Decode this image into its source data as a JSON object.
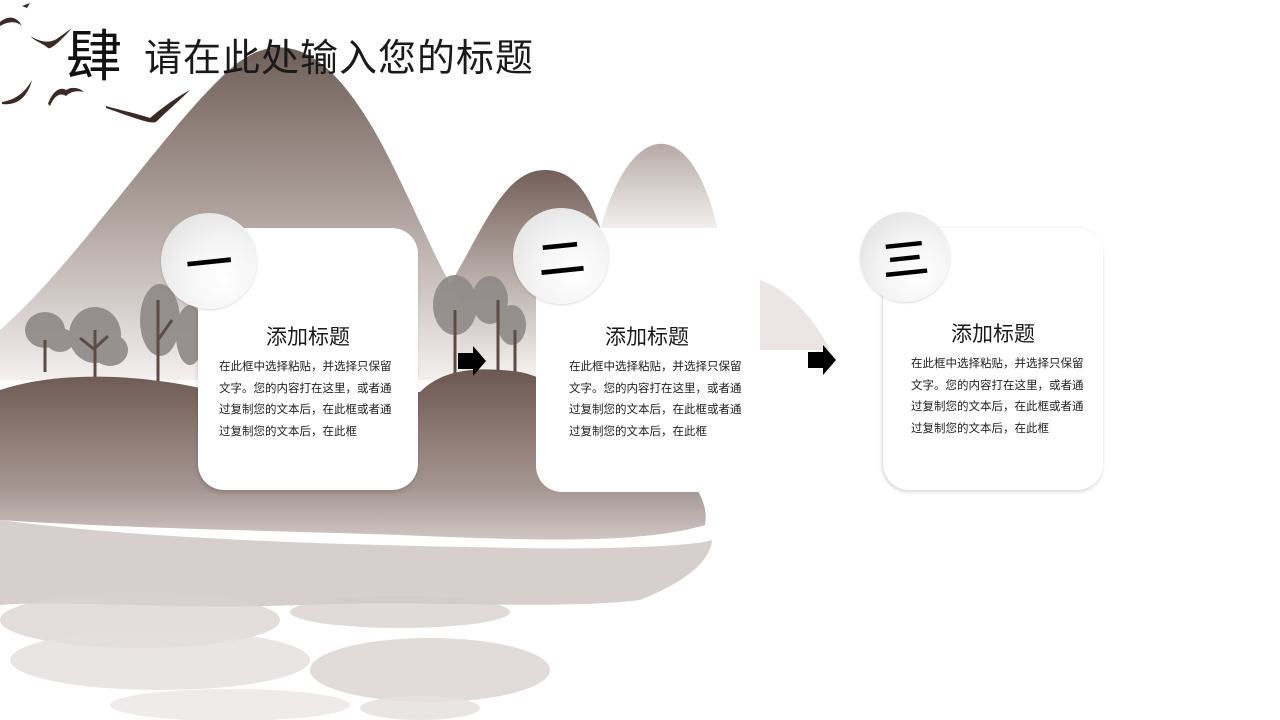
{
  "slide": {
    "title_number": "肆",
    "title": "请在此处输入您的标题"
  },
  "colors": {
    "ink_brown": "#6e5c55",
    "mountain_light": "#d8d0cd",
    "text": "#1a1a1a",
    "arrow": "#000000"
  },
  "steps": [
    {
      "badge": "一",
      "title": "添加标题",
      "body": "在此框中选择粘贴，并选择只保留文字。您的内容打在这里，或者通过复制您的文本后，在此框或者通过复制您的文本后，在此框"
    },
    {
      "badge": "二",
      "title": "添加标题",
      "body": "在此框中选择粘贴，并选择只保留文字。您的内容打在这里，或者通过复制您的文本后，在此框或者通过复制您的文本后，在此框"
    },
    {
      "badge": "三",
      "title": "添加标题",
      "body": "在此框中选择粘贴，并选择只保留文字。您的内容打在这里，或者通过复制您的文本后，在此框或者通过复制您的文本后，在此框"
    }
  ],
  "icons": {
    "arrow_1": "arrow-right-icon",
    "arrow_2": "arrow-right-icon",
    "birds": "birds-icon"
  }
}
